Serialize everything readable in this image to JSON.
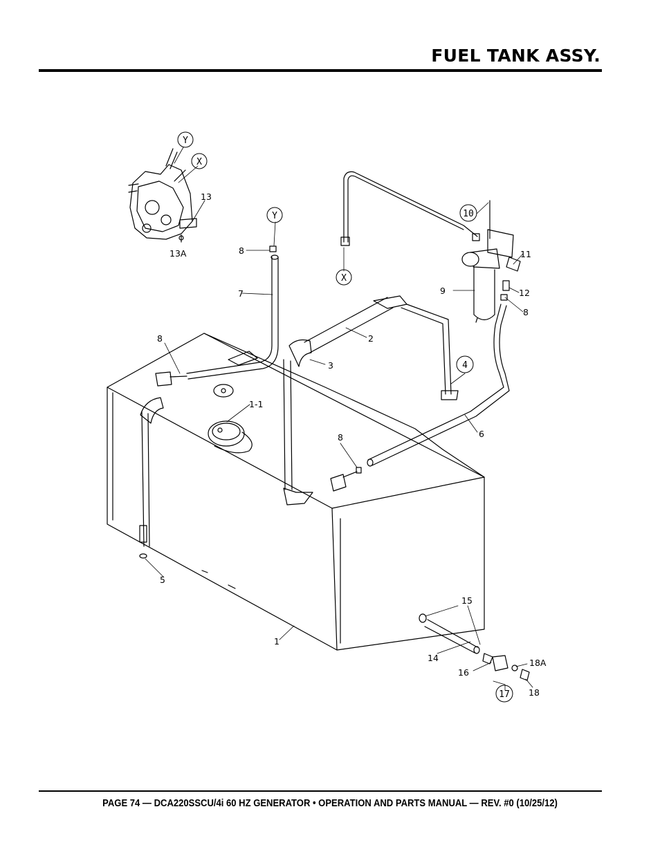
{
  "header": {
    "title": "FUEL TANK ASSY."
  },
  "footer": {
    "text": "PAGE 74 — DCA220SSCU/4i 60 HZ GENERATOR • OPERATION AND PARTS MANUAL — REV. #0 (10/25/12)"
  },
  "diagram": {
    "callouts": {
      "c1": "1",
      "c1_1": "1-1",
      "c2": "2",
      "c3": "3",
      "c4": "4",
      "c5": "5",
      "c6": "6",
      "c7": "7",
      "c8a": "8",
      "c8b": "8",
      "c8c": "8",
      "c8d": "8",
      "c9": "9",
      "c10": "10",
      "c11": "11",
      "c12": "12",
      "c13": "13",
      "c13a": "13A",
      "c14": "14",
      "c15": "15",
      "c16": "16",
      "c17": "17",
      "c18": "18",
      "c18a": "18A",
      "x1": "X",
      "x2": "X",
      "y1": "Y",
      "y2": "Y"
    }
  }
}
